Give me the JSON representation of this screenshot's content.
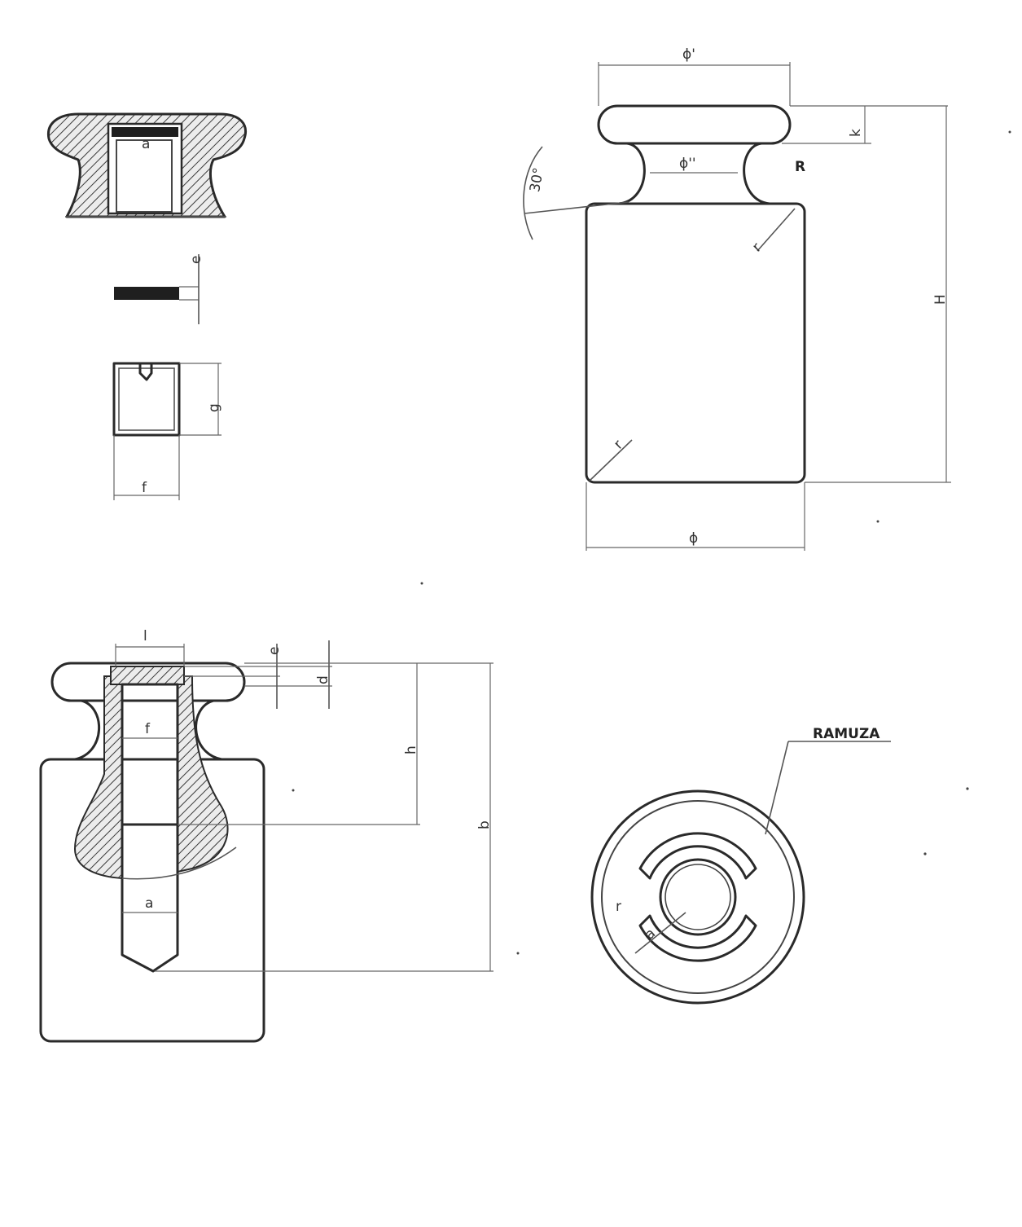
{
  "drawing": {
    "annotation": "RAMUZA",
    "labels": {
      "a": "a",
      "e": "e",
      "g": "g",
      "f": "f",
      "phi_prime": "ϕ'",
      "phi_double_prime": "ϕ''",
      "phi": "ϕ",
      "k": "k",
      "R": "R",
      "r": "r",
      "H": "H",
      "angle": "30°",
      "l": "l",
      "d": "d",
      "h": "h",
      "b": "b"
    }
  }
}
